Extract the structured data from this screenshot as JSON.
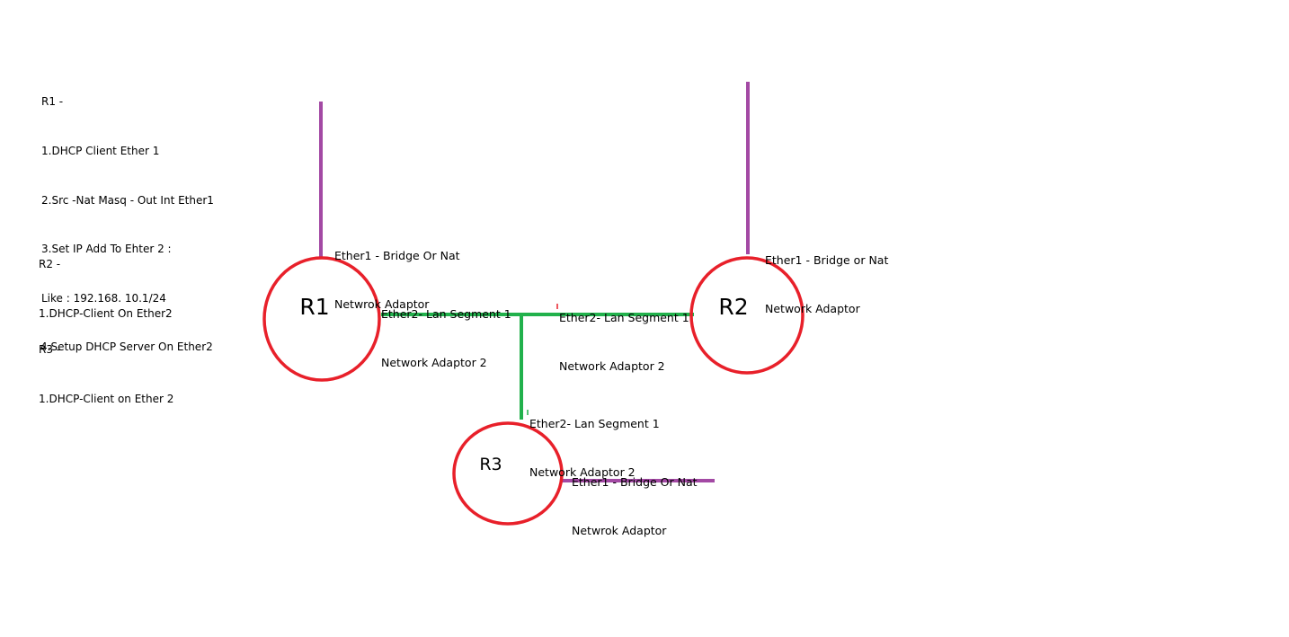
{
  "notes": {
    "r1": {
      "title": "R1 -",
      "lines": [
        "1.DHCP Client Ether 1",
        "2.Src -Nat Masq - Out Int Ether1",
        "3.Set IP Add To Ehter 2 :",
        "Like : 192.168. 10.1/24",
        "4.Setup DHCP Server On Ether2"
      ]
    },
    "r2": {
      "title": "R2 -",
      "lines": [
        "1.DHCP-Client On Ether2"
      ]
    },
    "r3": {
      "title": "R3 -",
      "lines": [
        "1.DHCP-Client on Ether 2"
      ]
    }
  },
  "routers": [
    {
      "name": "R1"
    },
    {
      "name": "R2"
    },
    {
      "name": "R3"
    }
  ],
  "labels": {
    "r1_ether1": [
      "Ether1 - Bridge Or Nat",
      "Netwrok Adaptor"
    ],
    "r2_ether1": [
      "Ether1 - Bridge or Nat",
      "Network Adaptor"
    ],
    "r3_ether1": [
      "Ether1 - Bridge Or Nat",
      "Netwrok Adaptor"
    ],
    "r1_ether2": [
      "Ether2- Lan Segment 1",
      "Network Adaptor 2"
    ],
    "r2_ether2": [
      "Ether2- Lan Segment 1",
      "Network Adaptor 2"
    ],
    "r3_ether2": [
      "Ether2- Lan Segment 1",
      "Network Adaptor 2"
    ]
  },
  "colors": {
    "router_circle": "#e8202a",
    "external_link": "#a349a4",
    "lan_link": "#22b14c"
  }
}
